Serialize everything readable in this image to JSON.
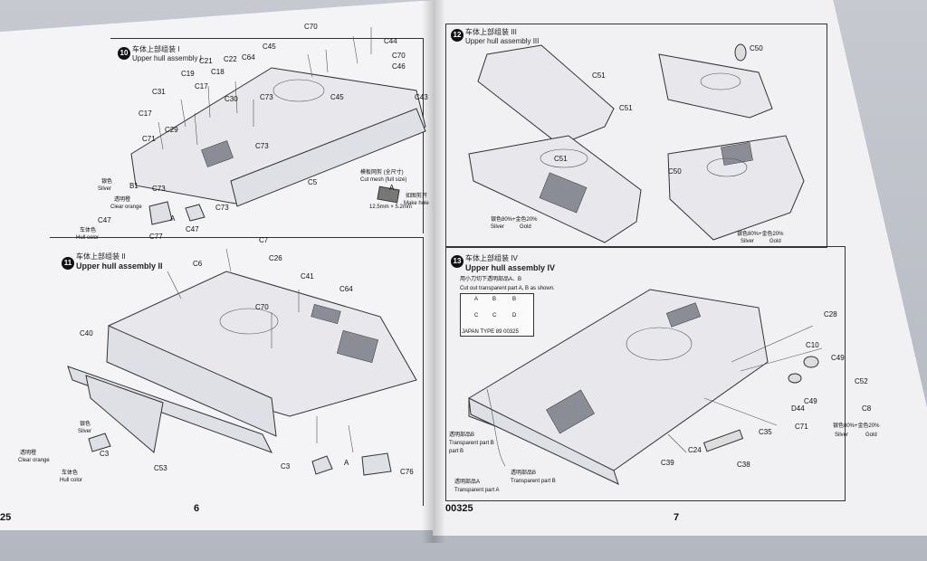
{
  "page_left": {
    "number": "6",
    "corner_fragment": "25",
    "step10": {
      "num": "10",
      "title_cn": "车体上部组装 I",
      "title_en": "Upper hull assembly I",
      "labels": [
        "C70",
        "C44",
        "C45",
        "C46",
        "C70",
        "C43",
        "C45",
        "C22",
        "C21",
        "C64",
        "C18",
        "C19",
        "C17",
        "C30",
        "C31",
        "C73",
        "C17",
        "C29",
        "C73",
        "C71",
        "B1",
        "C73",
        "C77",
        "A",
        "C47",
        "C73",
        "C5"
      ],
      "color_notes": {
        "silver_cn": "银色",
        "silver": "Silver",
        "orange_cn": "透明橙",
        "orange": "Clear orange",
        "hull_cn": "车体色",
        "hull": "Hull color",
        "part": "C47"
      },
      "mesh_note": {
        "cn": "模板网剪 (全尺寸)",
        "en": "Cut mesh (full size)",
        "part": "A",
        "size": "12.5mm × 5.2mm",
        "extra_cn": "如图剪开",
        "extra_en": "Make hole"
      }
    },
    "step11": {
      "num": "11",
      "title_cn": "车体上部组装 II",
      "title_en": "Upper hull assembly II",
      "labels": [
        "C7",
        "C26",
        "C6",
        "C41",
        "C64",
        "C70",
        "C40",
        "C53",
        "C3",
        "A",
        "C76"
      ],
      "color_notes": {
        "silver_cn": "银色",
        "silver": "Silver",
        "orange_cn": "透明橙",
        "orange": "Clear orange",
        "part": "C3",
        "hull_cn": "车体色",
        "hull": "Hull color"
      }
    }
  },
  "page_right": {
    "number": "7",
    "code": "00325",
    "step12": {
      "num": "12",
      "title_cn": "车体上部组装 III",
      "title_en": "Upper hull assembly III",
      "labels": [
        "C50",
        "C51",
        "C51",
        "C51",
        "C50"
      ],
      "mix1": {
        "cn": "银色80%+金色20%",
        "silver": "Silver",
        "gold": "Gold"
      },
      "mix2": {
        "cn": "银色80%+金色20%",
        "silver": "Silver",
        "gold": "Gold"
      }
    },
    "step13": {
      "num": "13",
      "title_cn": "车体上部组装 IV",
      "title_en": "Upper hull assembly IV",
      "note_cn": "用小刀切下透明部品A、B",
      "note_en": "Cut out transparent part A, B as shown.",
      "legend_letters": [
        "A",
        "B",
        "B",
        "C",
        "C",
        "D"
      ],
      "legend_caption": "JAPAN TYPE 89 00325",
      "labels": [
        "C28",
        "C10",
        "C49",
        "C52",
        "C8",
        "C49",
        "D44",
        "C71",
        "C35",
        "C24",
        "C39",
        "C38"
      ],
      "transparent_b_cn": "透明部品B",
      "transparent_b": "Transparent part B",
      "transparent_a_cn": "透明部品A",
      "transparent_a": "Transparent part A",
      "transparent_b2_cn": "透明部品B",
      "transparent_b2": "Transparent part B",
      "mix": {
        "cn": "银色80%+金色20%",
        "silver": "Silver",
        "gold": "Gold"
      }
    }
  }
}
